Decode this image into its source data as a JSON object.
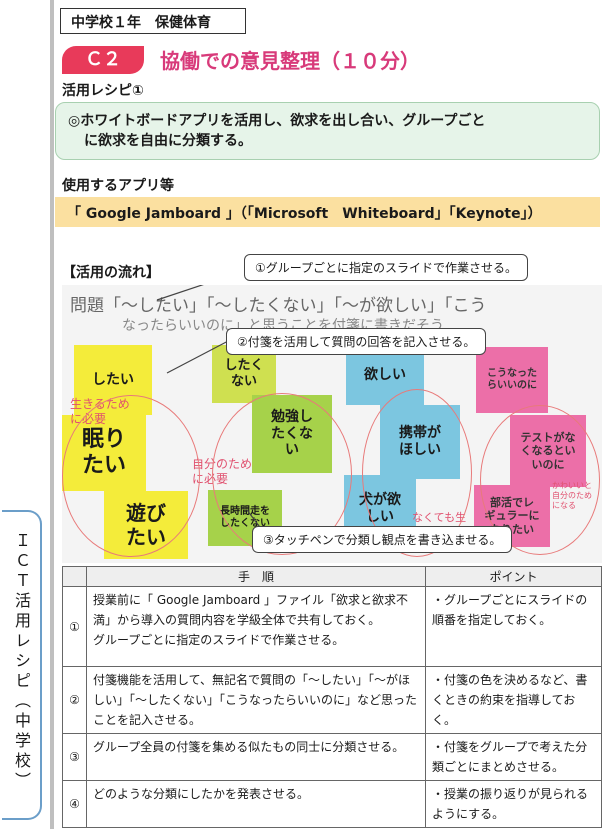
{
  "side_tab": "ＩＣＴ活用レシピ（中学校）",
  "subject": "中学校１年　保健体育",
  "badge": "Ｃ２",
  "title": "協働での意見整理（１０分）",
  "recipe_label": "活用レシピ①",
  "recipe_line1": "◎ホワイトボードアプリを活用し、欲求を出し合い、グループごと",
  "recipe_line2": "に欲求を自由に分類する。",
  "apps_label": "使用するアプリ等",
  "apps_text": "「 Google Jamboard 」（「Microsoft　Whiteboard」「Keynote」）",
  "flow_label": "【活用の流れ】",
  "board": {
    "title": "問題「～したい」「～したくない」「～が欲しい」「こう",
    "title2": "なったらいいのに」と思うことを付箋に書きだそう",
    "notes": {
      "shitai": "したい",
      "nemuri": "眠り\nたい",
      "asobi": "遊び\nたい",
      "shitakunai": "したく\nない",
      "benkyo": "勉強し\nたくな\nい",
      "kaminarimono": "長時間走を\nしたくない",
      "hoshii": "欲しい",
      "keitai": "携帯が\nほしい",
      "inu": "犬が欲\nしい",
      "konattara": "こうなった\nらいいのに",
      "test": "テストがな\nくなるとい\nいのに",
      "bukatsu": "部活でレ\nギュラーに\nなりたい"
    },
    "red_notes": {
      "ikiru": "生きるため\nに必要",
      "jibun": "自分のため\nに必要",
      "nakutemo": "なくても生",
      "kawaii": "かわいいと\n自分のため\nになる"
    },
    "callouts": {
      "c1": "①グループごとに指定のスライドで作業させる。",
      "c2": "②付箋を活用して質問の回答を記入させる。",
      "c3": "③タッチペンで分類し観点を書き込ませる。"
    }
  },
  "table": {
    "headers": [
      "手　順",
      "ポイント"
    ],
    "rows": [
      {
        "num": "①",
        "step": "授業前に「 Google Jamboard 」ファイル「欲求と欲求不満」から導入の質問内容を学級全体で共有しておく。\nグループごとに指定のスライドで作業させる。",
        "point": "・グループごとにスライドの順番を指定しておく。"
      },
      {
        "num": "②",
        "step": "付箋機能を活用して、無記名で質問の「～したい」「～がほしい」「～したくない」「こうなったらいいのに」など思ったことを記入させる。",
        "point": "・付箋の色を決めるなど、書くときの約束を指導しておく。"
      },
      {
        "num": "③",
        "step": "グループ全員の付箋を集める似たもの同士に分類させる。",
        "point": "・付箋をグループで考えた分類ごとにまとめさせる。"
      },
      {
        "num": "④",
        "step": "どのような分類にしたかを発表させる。",
        "point": "・授業の振り返りが見られるようにする。"
      }
    ]
  }
}
